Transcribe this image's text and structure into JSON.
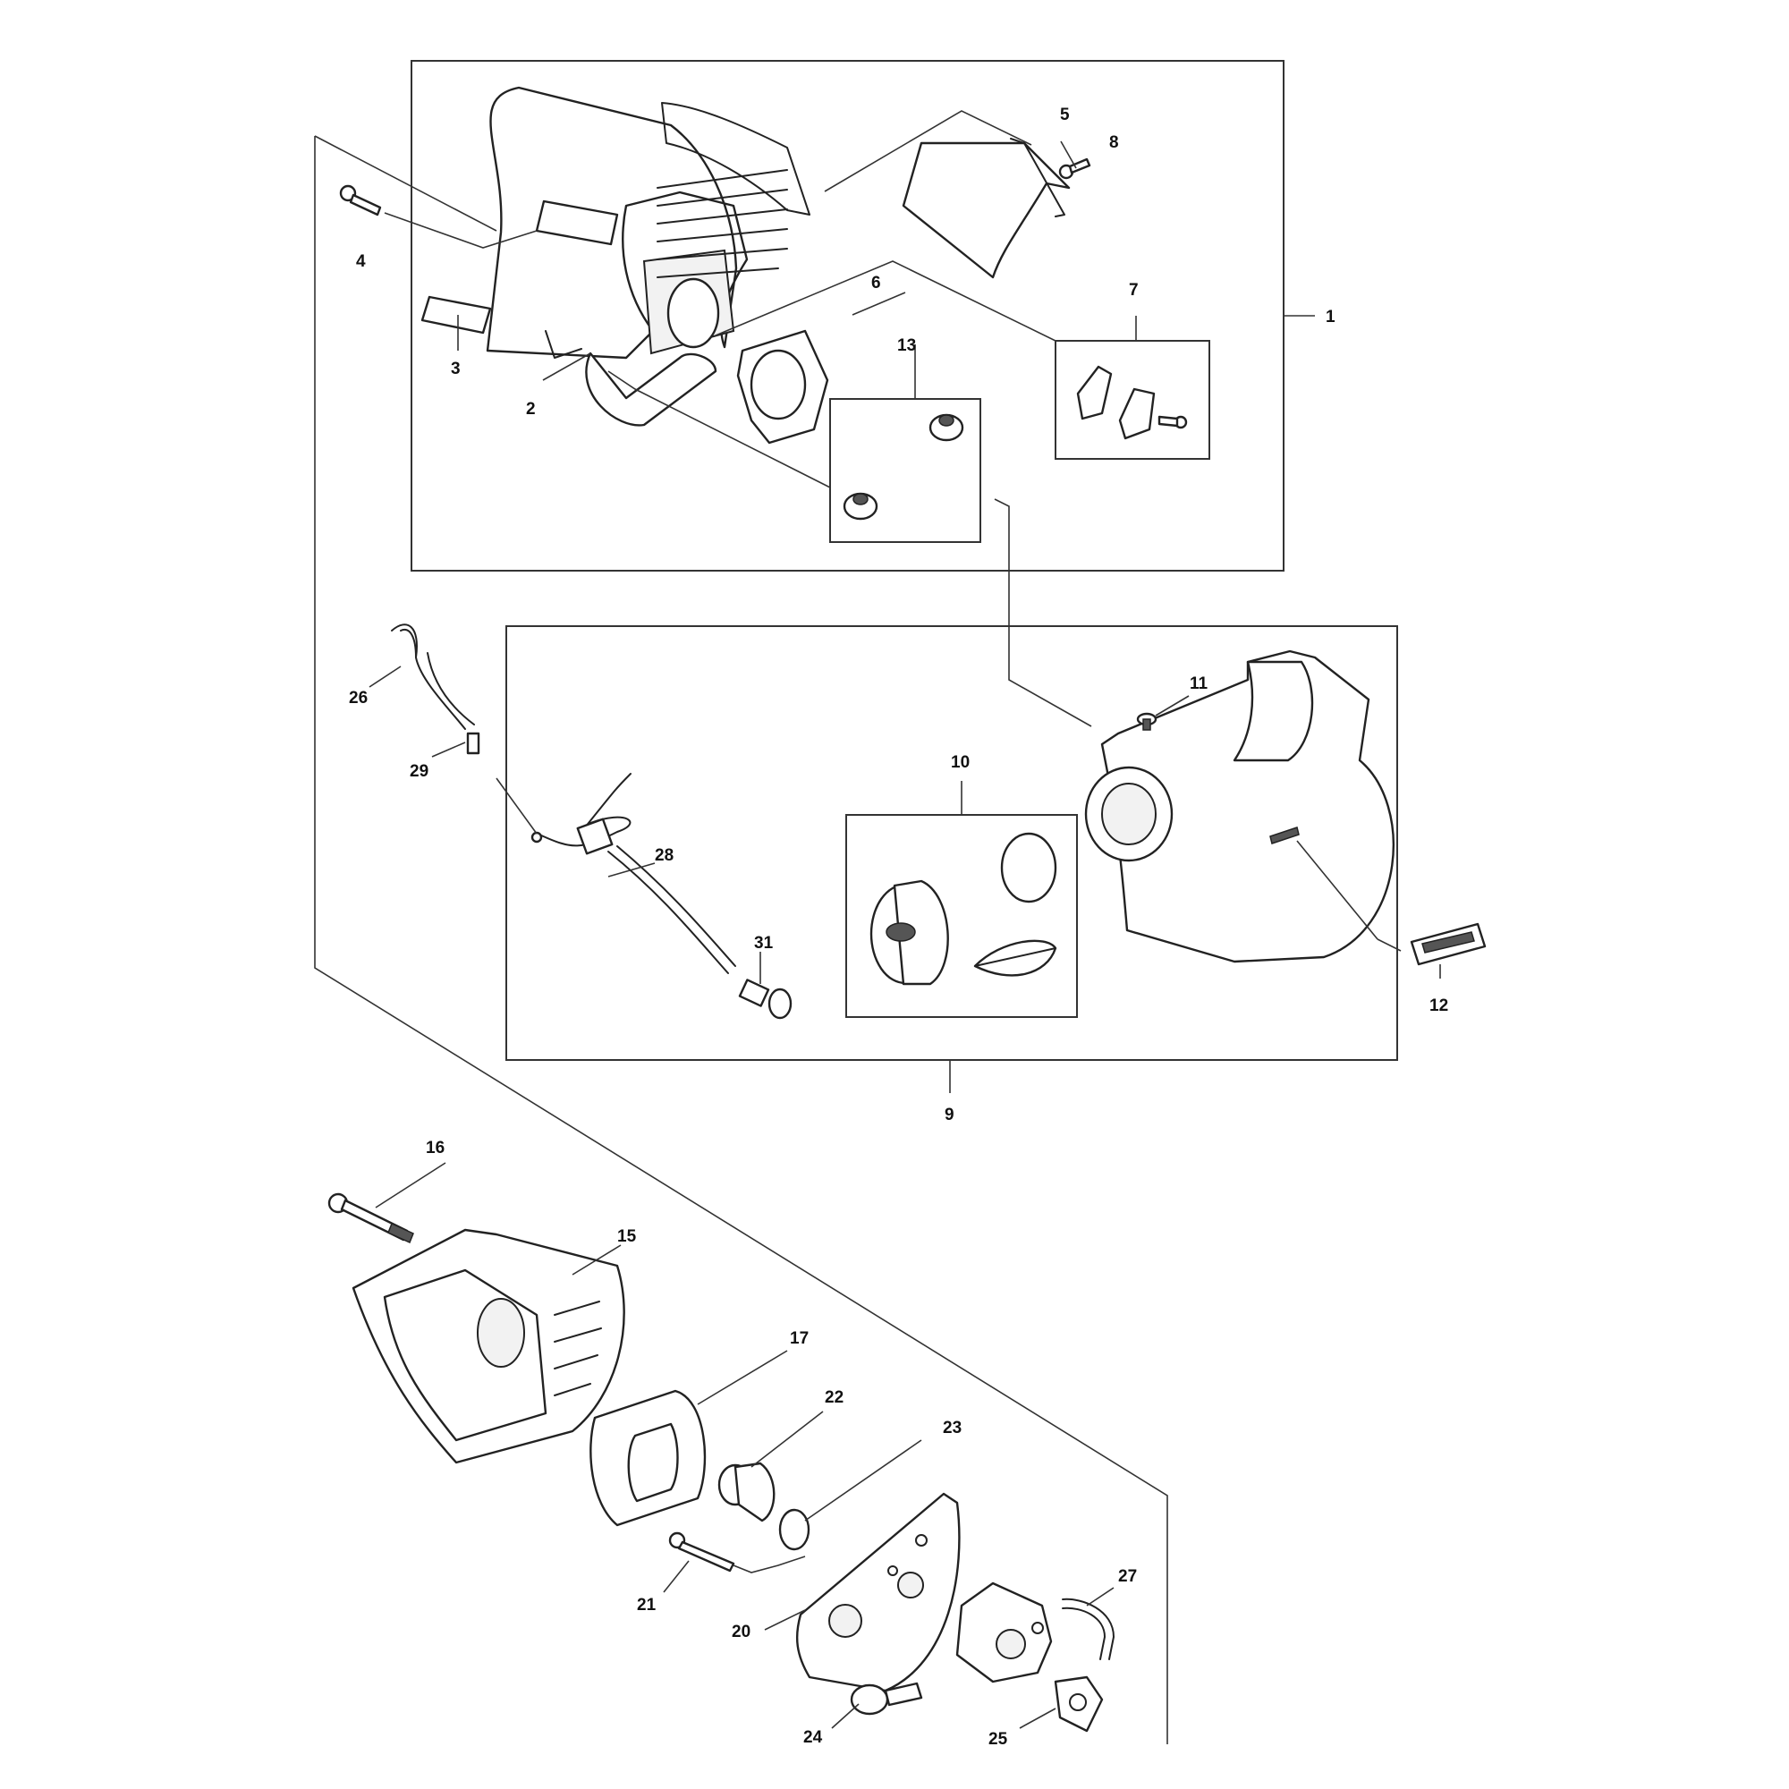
{
  "callouts": {
    "c1": "1",
    "c2": "2",
    "c3": "3",
    "c4": "4",
    "c5": "5",
    "c6": "6",
    "c7": "7",
    "c8": "8",
    "c9": "9",
    "c10": "10",
    "c11": "11",
    "c12": "12",
    "c13": "13",
    "c15": "15",
    "c16": "16",
    "c17": "17",
    "c20": "20",
    "c21": "21",
    "c22": "22",
    "c23": "23",
    "c24": "24",
    "c25": "25",
    "c26": "26",
    "c27": "27",
    "c28": "28",
    "c29": "29",
    "c31": "31"
  }
}
